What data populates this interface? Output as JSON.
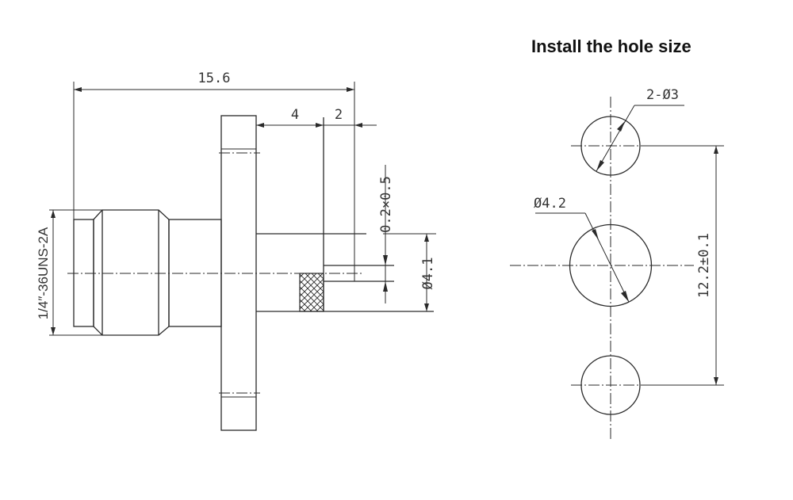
{
  "title": "Install the hole size",
  "connector_view": {
    "overall_length": "15.6",
    "flange_to_insulator": "4",
    "pin_length": "2",
    "chamfer": "0.2×0.5",
    "body_diameter": "Ø4.1",
    "thread": "1/4″-36UNS-2A"
  },
  "hole_view": {
    "mount_holes": "2-Ø3",
    "center_hole": "Ø4.2",
    "hole_spacing": "12.2±0.1"
  }
}
